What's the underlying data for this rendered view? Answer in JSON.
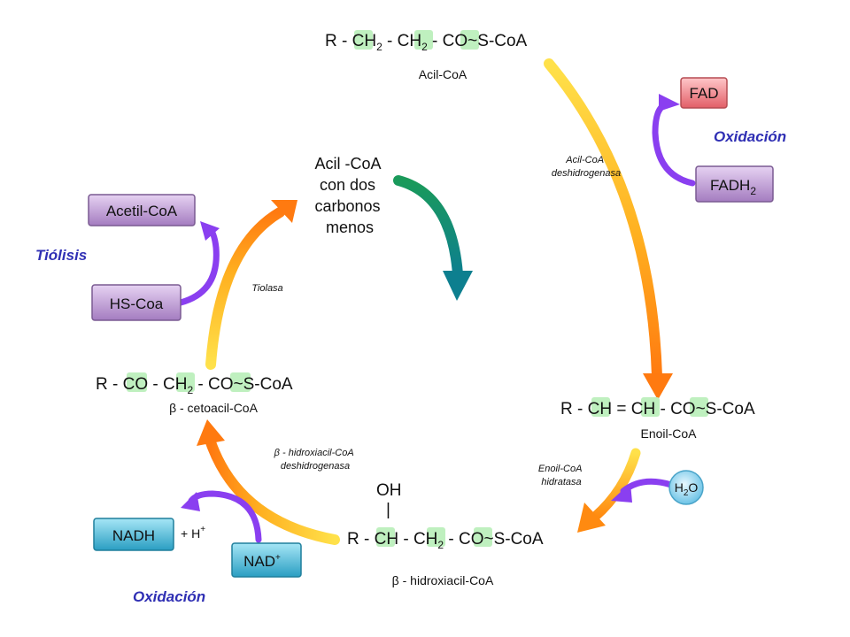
{
  "top": {
    "formula": [
      "R - ",
      "CH",
      "2",
      " - ",
      "CH",
      "2",
      " - ",
      "CO",
      "~S-CoA"
    ],
    "label": "Acil-CoA"
  },
  "oxidation1": {
    "enzyme": [
      "Acil-CoA",
      "deshidrogenasa"
    ],
    "stage": "Oxidación",
    "out_box": "FAD",
    "in_box": [
      "FADH",
      "2"
    ]
  },
  "enoyl": {
    "formula": [
      "R - ",
      "CH",
      " = ",
      "CH",
      " - ",
      "CO",
      "~S-CoA"
    ],
    "label": "Enoil-CoA"
  },
  "hydration": {
    "enzyme": [
      "Enoil-CoA",
      "hidratasa"
    ],
    "water": [
      "H",
      "2",
      "O"
    ]
  },
  "hydroxy": {
    "oh": "OH",
    "bond": "|",
    "formula": [
      "R - ",
      "CH",
      " - ",
      "CH",
      "2",
      " - ",
      "CO",
      "~S-CoA"
    ],
    "label": "β - hidroxiacil-CoA"
  },
  "oxidation2": {
    "enzyme": [
      "β - hidroxiacil-CoA",
      "deshidrogenasa"
    ],
    "stage": "Oxidación",
    "nadh_box": "NADH",
    "proton": "+ H",
    "proton_sup": "+",
    "nad_box": "NAD",
    "nad_sup": "+"
  },
  "keto": {
    "formula": [
      "R - ",
      "CO",
      " - ",
      "CH",
      "2",
      " - ",
      "CO",
      "~S-CoA"
    ],
    "label": "β - cetoacil-CoA"
  },
  "thiolysis": {
    "enzyme": "Tiolasa",
    "stage": "Tiólisis",
    "out_box": "Acetil-CoA",
    "in_box": "HS-Coa"
  },
  "center": {
    "lines": [
      "Acil -CoA",
      "con dos",
      "carbonos",
      "menos"
    ]
  },
  "colors": {
    "stage_text": "#2f2fb4",
    "highlight": "#bff0bf",
    "purple_arrow": "#8a3ff0",
    "teal_arrow": "#0f8a8a",
    "box_purple": "#b48cc8",
    "box_red": "#e9727a",
    "box_cyan": "#3aa9c8",
    "water_circle": "#8fd4ef"
  }
}
